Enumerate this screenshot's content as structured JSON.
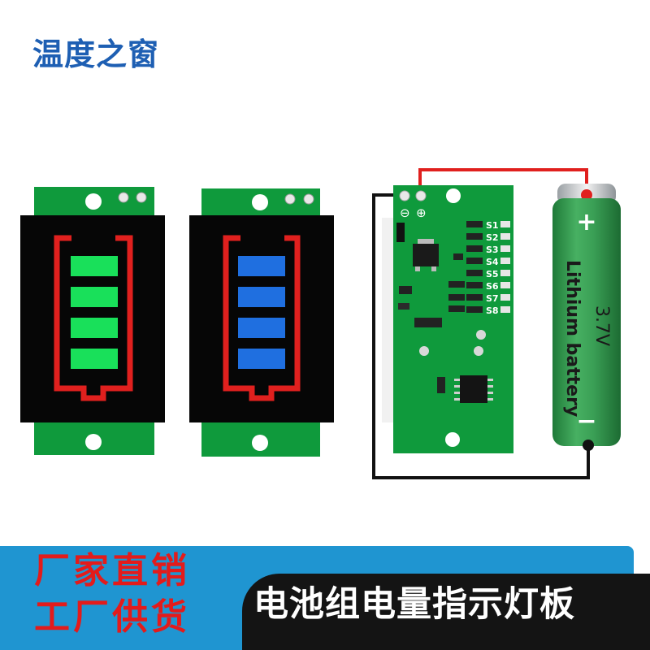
{
  "brand": {
    "name": "温度之窗"
  },
  "banner": {
    "slogan_line1": "厂家直销",
    "slogan_line2": "工厂供货",
    "product_title": "电池组电量指示灯板"
  },
  "board": {
    "terminal_minus": "⊖",
    "terminal_plus": "⊕",
    "segment_labels": [
      "S1",
      "S2",
      "S3",
      "S4",
      "S5",
      "S6",
      "S7",
      "S8"
    ]
  },
  "battery": {
    "plus_sign": "+",
    "minus_sign": "−",
    "voltage": "3.7V",
    "label": "Lithium battery"
  },
  "indicators": {
    "green_levels_lit": 4,
    "blue_levels_lit": 4,
    "levels_total": 4
  },
  "colors": {
    "brand_blue": "#1e5fb3",
    "pcb_green": "#0f9a3c",
    "frame_red": "#e0201e",
    "led_green": "#19e05a",
    "led_blue": "#1f6fe0",
    "banner_blue": "#1f95d1",
    "banner_dark": "#141414",
    "slogan_red": "#e31b1b",
    "cell_green": "#2f9a4c",
    "wire_red": "#e0201e",
    "wire_black": "#111111"
  }
}
